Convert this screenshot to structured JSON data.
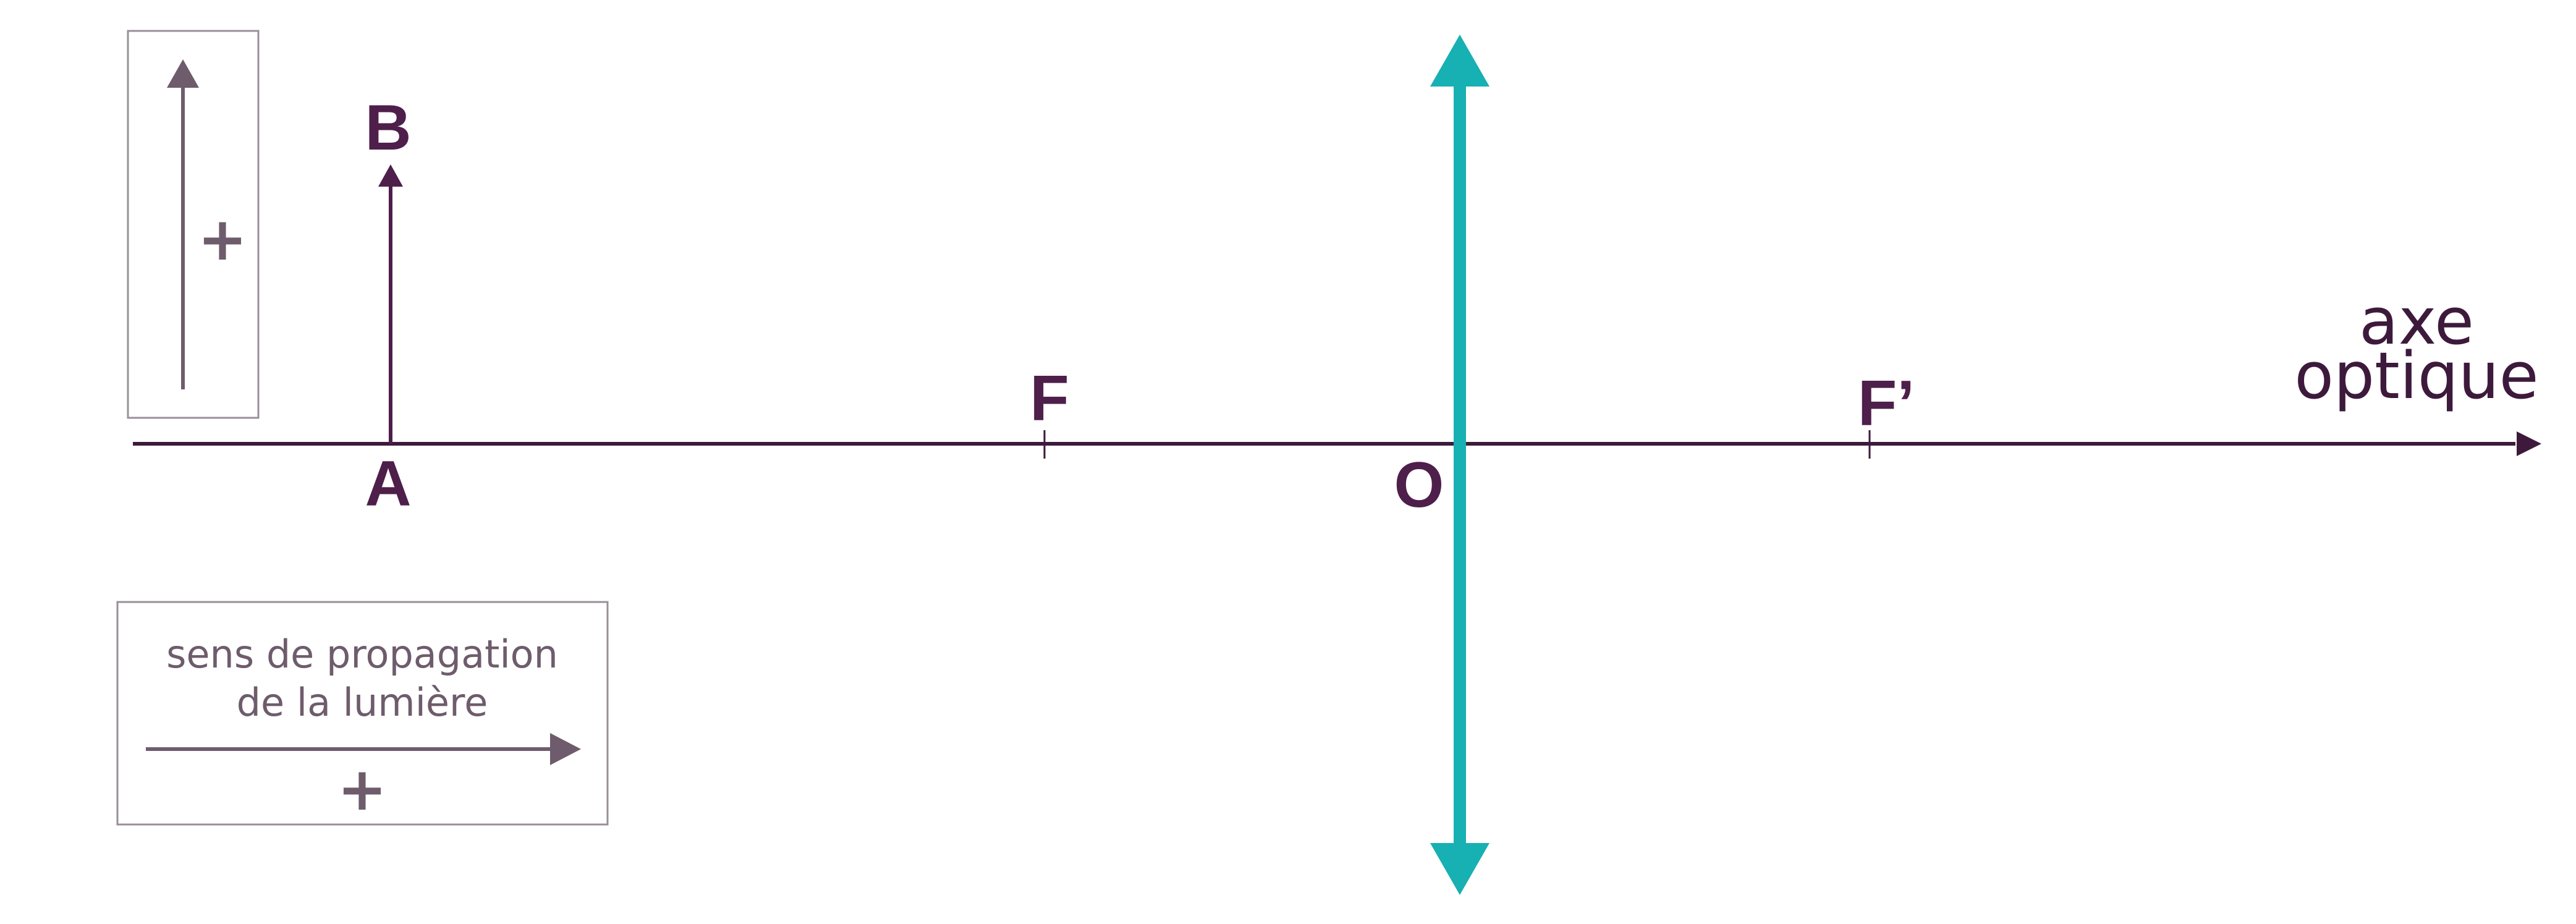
{
  "colors": {
    "axis": "#3d1a3b",
    "labels": "#4e1f4b",
    "lens": "#17b0b3",
    "legend": "#6e5c6c",
    "legend_border": "#9a8f98"
  },
  "points": {
    "a": "A",
    "b": "B",
    "f": "F",
    "f_prime": "F’",
    "o": "O"
  },
  "axis": {
    "label_line1": "axe",
    "label_line2": "optique"
  },
  "legend_vertical": {
    "sign": "+"
  },
  "legend_horizontal": {
    "line1": "sens de propagation",
    "line2": "de la lumière",
    "sign": "+"
  }
}
